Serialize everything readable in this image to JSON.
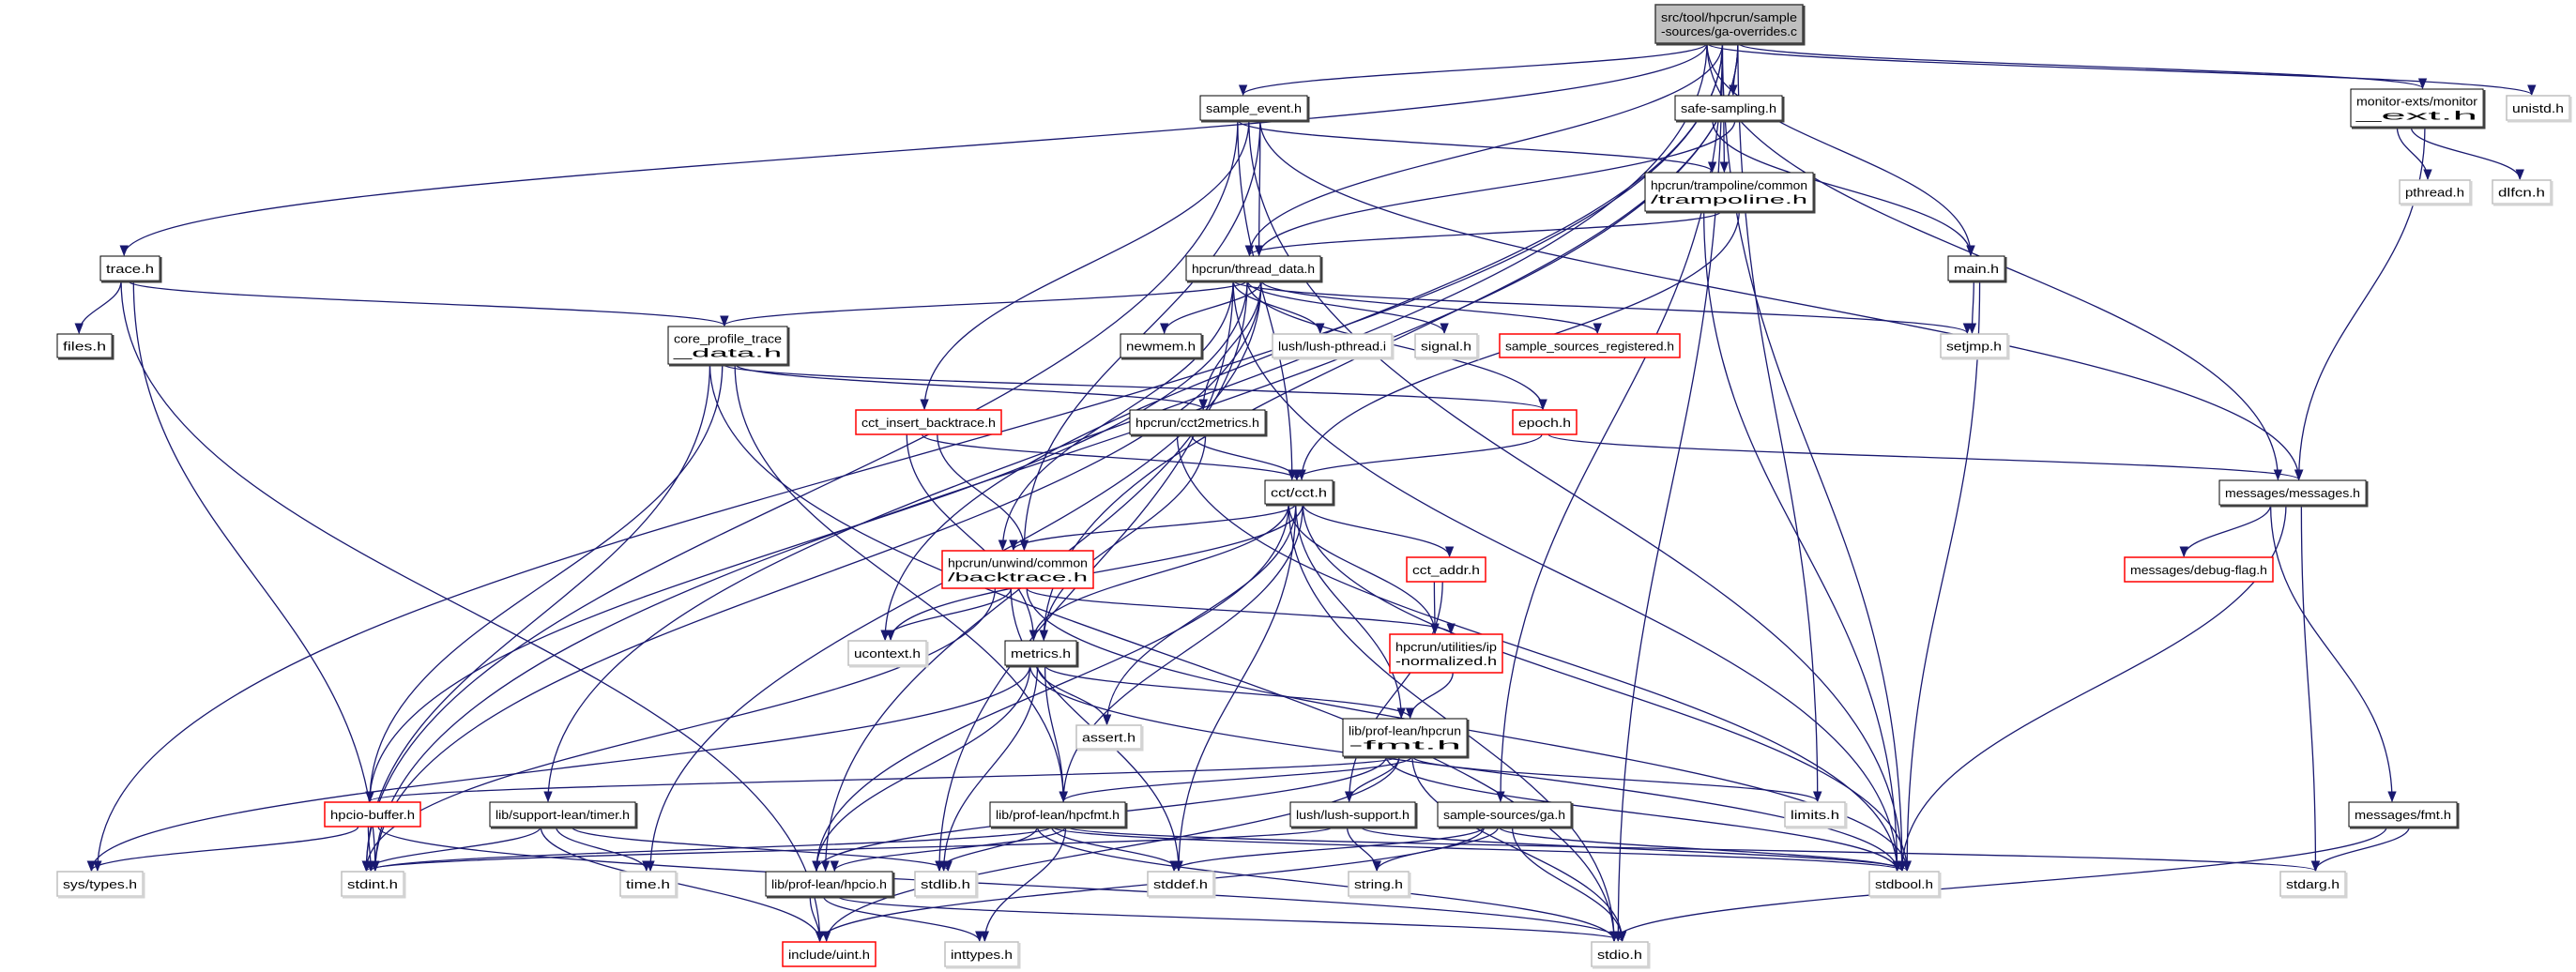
{
  "graph": {
    "edge_color": "#191970",
    "nodes": [
      {
        "id": "root",
        "style": "root",
        "lines": [
          "src/tool/hpcrun/sample",
          "-sources/ga-overrides.c"
        ]
      },
      {
        "id": "trace",
        "style": "black",
        "lines": [
          "trace.h"
        ]
      },
      {
        "id": "files",
        "style": "black",
        "lines": [
          "files.h"
        ]
      },
      {
        "id": "core",
        "style": "black",
        "lines": [
          "core_profile_trace",
          "_data.h"
        ]
      },
      {
        "id": "sample_event",
        "style": "black",
        "lines": [
          "sample_event.h"
        ]
      },
      {
        "id": "thread_data",
        "style": "black",
        "lines": [
          "hpcrun/thread_data.h"
        ]
      },
      {
        "id": "newmem",
        "style": "black",
        "lines": [
          "newmem.h"
        ]
      },
      {
        "id": "lush_pthread",
        "style": "gray",
        "lines": [
          "lush/lush-pthread.i"
        ]
      },
      {
        "id": "signal",
        "style": "gray",
        "lines": [
          "signal.h"
        ]
      },
      {
        "id": "ssreg",
        "style": "red",
        "lines": [
          "sample_sources_registered.h"
        ]
      },
      {
        "id": "cct_insert",
        "style": "red",
        "lines": [
          "cct_insert_backtrace.h"
        ]
      },
      {
        "id": "cct2metrics",
        "style": "black",
        "lines": [
          "hpcrun/cct2metrics.h"
        ]
      },
      {
        "id": "safe",
        "style": "black",
        "lines": [
          "safe-sampling.h"
        ]
      },
      {
        "id": "trampoline",
        "style": "black",
        "lines": [
          "hpcrun/trampoline/common",
          "/trampoline.h"
        ]
      },
      {
        "id": "main",
        "style": "black",
        "lines": [
          "main.h"
        ]
      },
      {
        "id": "monitor",
        "style": "black",
        "lines": [
          "monitor-exts/monitor",
          "_ext.h"
        ]
      },
      {
        "id": "unistd",
        "style": "gray",
        "lines": [
          "unistd.h"
        ]
      },
      {
        "id": "pthread",
        "style": "gray",
        "lines": [
          "pthread.h"
        ]
      },
      {
        "id": "dlfcn",
        "style": "gray",
        "lines": [
          "dlfcn.h"
        ]
      },
      {
        "id": "setjmp",
        "style": "gray",
        "lines": [
          "setjmp.h"
        ]
      },
      {
        "id": "epoch",
        "style": "red",
        "lines": [
          "epoch.h"
        ]
      },
      {
        "id": "messages",
        "style": "black",
        "lines": [
          "messages/messages.h"
        ]
      },
      {
        "id": "debugflag",
        "style": "red",
        "lines": [
          "messages/debug-flag.h"
        ]
      },
      {
        "id": "cct",
        "style": "black",
        "lines": [
          "cct/cct.h"
        ]
      },
      {
        "id": "backtrace",
        "style": "red",
        "lines": [
          "hpcrun/unwind/common",
          "/backtrace.h"
        ]
      },
      {
        "id": "cct_addr",
        "style": "red",
        "lines": [
          "cct_addr.h"
        ]
      },
      {
        "id": "ipnorm",
        "style": "red",
        "lines": [
          "hpcrun/utilities/ip",
          "-normalized.h"
        ]
      },
      {
        "id": "ucontext",
        "style": "gray",
        "lines": [
          "ucontext.h"
        ]
      },
      {
        "id": "metrics",
        "style": "black",
        "lines": [
          "metrics.h"
        ]
      },
      {
        "id": "assert",
        "style": "gray",
        "lines": [
          "assert.h"
        ]
      },
      {
        "id": "hpcrunfmt",
        "style": "black",
        "lines": [
          "lib/prof-lean/hpcrun",
          "-fmt.h"
        ]
      },
      {
        "id": "hpcio_buffer",
        "style": "red",
        "lines": [
          "hpcio-buffer.h"
        ]
      },
      {
        "id": "timer",
        "style": "black",
        "lines": [
          "lib/support-lean/timer.h"
        ]
      },
      {
        "id": "hpcfmt",
        "style": "black",
        "lines": [
          "lib/prof-lean/hpcfmt.h"
        ]
      },
      {
        "id": "lush_support",
        "style": "black",
        "lines": [
          "lush/lush-support.h"
        ]
      },
      {
        "id": "ga",
        "style": "black",
        "lines": [
          "sample-sources/ga.h"
        ]
      },
      {
        "id": "limits",
        "style": "gray",
        "lines": [
          "limits.h"
        ]
      },
      {
        "id": "fmt",
        "style": "black",
        "lines": [
          "messages/fmt.h"
        ]
      },
      {
        "id": "systypes",
        "style": "gray",
        "lines": [
          "sys/types.h"
        ]
      },
      {
        "id": "stdint",
        "style": "gray",
        "lines": [
          "stdint.h"
        ]
      },
      {
        "id": "time",
        "style": "gray",
        "lines": [
          "time.h"
        ]
      },
      {
        "id": "hpcio",
        "style": "black",
        "lines": [
          "lib/prof-lean/hpcio.h"
        ]
      },
      {
        "id": "stdlib",
        "style": "gray",
        "lines": [
          "stdlib.h"
        ]
      },
      {
        "id": "stddef",
        "style": "gray",
        "lines": [
          "stddef.h"
        ]
      },
      {
        "id": "string",
        "style": "gray",
        "lines": [
          "string.h"
        ]
      },
      {
        "id": "stdbool",
        "style": "gray",
        "lines": [
          "stdbool.h"
        ]
      },
      {
        "id": "stdarg",
        "style": "gray",
        "lines": [
          "stdarg.h"
        ]
      },
      {
        "id": "uint",
        "style": "red",
        "lines": [
          "include/uint.h"
        ]
      },
      {
        "id": "inttypes",
        "style": "gray",
        "lines": [
          "inttypes.h"
        ]
      },
      {
        "id": "stdio",
        "style": "gray",
        "lines": [
          "stdio.h"
        ]
      }
    ],
    "edges": [
      [
        "root",
        "trace"
      ],
      [
        "root",
        "systypes"
      ],
      [
        "root",
        "stdint"
      ],
      [
        "root",
        "timer"
      ],
      [
        "root",
        "ucontext"
      ],
      [
        "root",
        "metrics"
      ],
      [
        "root",
        "sample_event"
      ],
      [
        "root",
        "thread_data"
      ],
      [
        "root",
        "safe"
      ],
      [
        "root",
        "main"
      ],
      [
        "root",
        "ga"
      ],
      [
        "root",
        "limits"
      ],
      [
        "root",
        "messages"
      ],
      [
        "root",
        "stdio"
      ],
      [
        "root",
        "monitor"
      ],
      [
        "root",
        "unistd"
      ],
      [
        "root",
        "stdbool"
      ],
      [
        "sample_event",
        "thread_data"
      ],
      [
        "sample_event",
        "trampoline"
      ],
      [
        "sample_event",
        "cct_insert"
      ],
      [
        "sample_event",
        "backtrace"
      ],
      [
        "sample_event",
        "cct"
      ],
      [
        "sample_event",
        "stdbool"
      ],
      [
        "sample_event",
        "messages"
      ],
      [
        "sample_event",
        "stdint"
      ],
      [
        "safe",
        "trampoline"
      ],
      [
        "safe",
        "thread_data"
      ],
      [
        "safe",
        "main"
      ],
      [
        "trampoline",
        "thread_data"
      ],
      [
        "trampoline",
        "cct"
      ],
      [
        "trampoline",
        "stdbool"
      ],
      [
        "main",
        "setjmp"
      ],
      [
        "main",
        "stdbool"
      ],
      [
        "monitor",
        "pthread"
      ],
      [
        "monitor",
        "dlfcn"
      ],
      [
        "monitor",
        "messages"
      ],
      [
        "trace",
        "files"
      ],
      [
        "trace",
        "core"
      ],
      [
        "trace",
        "stdint"
      ],
      [
        "trace",
        "uint"
      ],
      [
        "thread_data",
        "core"
      ],
      [
        "thread_data",
        "newmem"
      ],
      [
        "thread_data",
        "lush_pthread"
      ],
      [
        "thread_data",
        "signal"
      ],
      [
        "thread_data",
        "ssreg"
      ],
      [
        "thread_data",
        "setjmp"
      ],
      [
        "thread_data",
        "epoch"
      ],
      [
        "thread_data",
        "cct2metrics"
      ],
      [
        "thread_data",
        "backtrace"
      ],
      [
        "thread_data",
        "hpcio_buffer"
      ],
      [
        "thread_data",
        "stdint"
      ],
      [
        "thread_data",
        "stdlib"
      ],
      [
        "thread_data",
        "hpcio"
      ],
      [
        "thread_data",
        "time"
      ],
      [
        "thread_data",
        "stdbool"
      ],
      [
        "core",
        "epoch"
      ],
      [
        "core",
        "cct2metrics"
      ],
      [
        "core",
        "stdint"
      ],
      [
        "core",
        "hpcio_buffer"
      ],
      [
        "core",
        "hpcfmt"
      ],
      [
        "core",
        "stdio"
      ],
      [
        "cct_insert",
        "cct"
      ],
      [
        "cct_insert",
        "backtrace"
      ],
      [
        "cct_insert",
        "metrics"
      ],
      [
        "cct2metrics",
        "cct"
      ],
      [
        "cct2metrics",
        "metrics"
      ],
      [
        "cct2metrics",
        "stdbool"
      ],
      [
        "epoch",
        "cct"
      ],
      [
        "epoch",
        "messages"
      ],
      [
        "messages",
        "debugflag"
      ],
      [
        "messages",
        "stdbool"
      ],
      [
        "messages",
        "stdarg"
      ],
      [
        "messages",
        "fmt"
      ],
      [
        "cct",
        "backtrace"
      ],
      [
        "cct",
        "ucontext"
      ],
      [
        "cct",
        "metrics"
      ],
      [
        "cct",
        "assert"
      ],
      [
        "cct",
        "cct_addr"
      ],
      [
        "cct",
        "ipnorm"
      ],
      [
        "cct",
        "hpcrunfmt"
      ],
      [
        "cct",
        "hpcfmt"
      ],
      [
        "cct",
        "hpcio"
      ],
      [
        "cct",
        "stddef"
      ],
      [
        "cct",
        "stdbool"
      ],
      [
        "cct",
        "stdio"
      ],
      [
        "backtrace",
        "ucontext"
      ],
      [
        "backtrace",
        "ipnorm"
      ],
      [
        "backtrace",
        "stdint"
      ],
      [
        "backtrace",
        "stddef"
      ],
      [
        "backtrace",
        "stdbool"
      ],
      [
        "cct_addr",
        "ipnorm"
      ],
      [
        "cct_addr",
        "lush_support"
      ],
      [
        "ipnorm",
        "hpcrunfmt"
      ],
      [
        "metrics",
        "systypes"
      ],
      [
        "metrics",
        "assert"
      ],
      [
        "metrics",
        "hpcfmt"
      ],
      [
        "metrics",
        "hpcio"
      ],
      [
        "metrics",
        "stdlib"
      ],
      [
        "metrics",
        "hpcrunfmt"
      ],
      [
        "metrics",
        "stdbool"
      ],
      [
        "hpcrunfmt",
        "hpcio_buffer"
      ],
      [
        "hpcrunfmt",
        "hpcfmt"
      ],
      [
        "hpcrunfmt",
        "hpcio"
      ],
      [
        "hpcrunfmt",
        "lush_support"
      ],
      [
        "hpcrunfmt",
        "limits"
      ],
      [
        "hpcrunfmt",
        "stdbool"
      ],
      [
        "hpcrunfmt",
        "uint"
      ],
      [
        "hpcrunfmt",
        "stdio"
      ],
      [
        "hpcio_buffer",
        "systypes"
      ],
      [
        "hpcio_buffer",
        "stdint"
      ],
      [
        "hpcio_buffer",
        "stdio"
      ],
      [
        "timer",
        "stdint"
      ],
      [
        "timer",
        "time"
      ],
      [
        "timer",
        "stdlib"
      ],
      [
        "timer",
        "uint"
      ],
      [
        "hpcfmt",
        "stdint"
      ],
      [
        "hpcfmt",
        "hpcio"
      ],
      [
        "hpcfmt",
        "stdlib"
      ],
      [
        "hpcfmt",
        "stddef"
      ],
      [
        "hpcfmt",
        "inttypes"
      ],
      [
        "hpcfmt",
        "stdio"
      ],
      [
        "hpcfmt",
        "stdbool"
      ],
      [
        "hpcfmt",
        "stdarg"
      ],
      [
        "hpcio",
        "uint"
      ],
      [
        "hpcio",
        "inttypes"
      ],
      [
        "hpcio",
        "stdio"
      ],
      [
        "lush_support",
        "stdint"
      ],
      [
        "lush_support",
        "string"
      ],
      [
        "lush_support",
        "stdbool"
      ],
      [
        "ga",
        "stddef"
      ],
      [
        "ga",
        "string"
      ],
      [
        "ga",
        "stdio"
      ],
      [
        "ga",
        "uint"
      ],
      [
        "ga",
        "stdbool"
      ],
      [
        "fmt",
        "stdarg"
      ],
      [
        "fmt",
        "stdio"
      ]
    ]
  }
}
